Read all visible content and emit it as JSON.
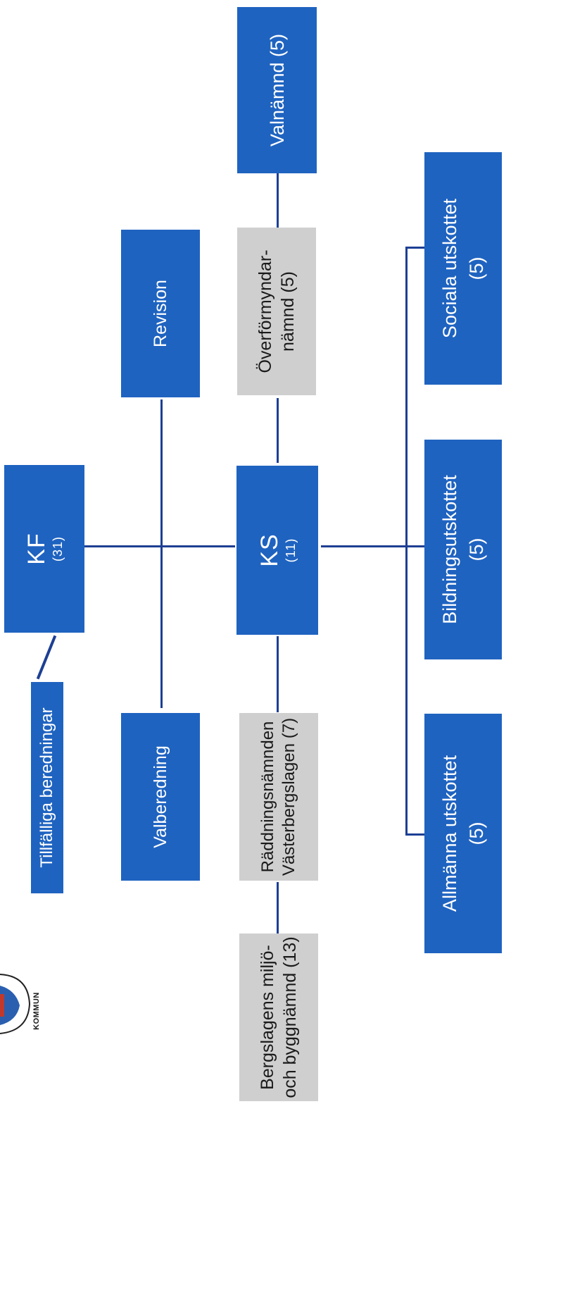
{
  "org_chart": {
    "logo": {
      "text": "KOMMUN"
    },
    "kf": {
      "title": "KF",
      "count": "(31)"
    },
    "ks": {
      "title": "KS",
      "count": "(11)"
    },
    "tillfalliga": {
      "label": "Tillfälliga beredningar"
    },
    "valberedning": {
      "label": "Valberedning"
    },
    "revision": {
      "label": "Revision"
    },
    "valnamnd": {
      "label": "Valnämnd (5)"
    },
    "overformyndar": {
      "line1": "Överförmyndar-",
      "line2": "nämnd (5)"
    },
    "raddning": {
      "line1": "Räddningsnämnden",
      "line2": "Västerbergslagen (7)"
    },
    "bergslagen": {
      "line1": "Bergslagens miljö-",
      "line2": "och byggnämnd (13)"
    },
    "allmanna": {
      "line1": "Allmänna utskottet",
      "line2": "(5)"
    },
    "bildning": {
      "line1": "Bildningsutskottet",
      "line2": "(5)"
    },
    "sociala": {
      "line1": "Sociala utskottet",
      "line2": "(5)"
    }
  },
  "colors": {
    "box_blue": "#1f63c0",
    "box_grey": "#cfcfcf",
    "connector": "#1d3f94"
  }
}
